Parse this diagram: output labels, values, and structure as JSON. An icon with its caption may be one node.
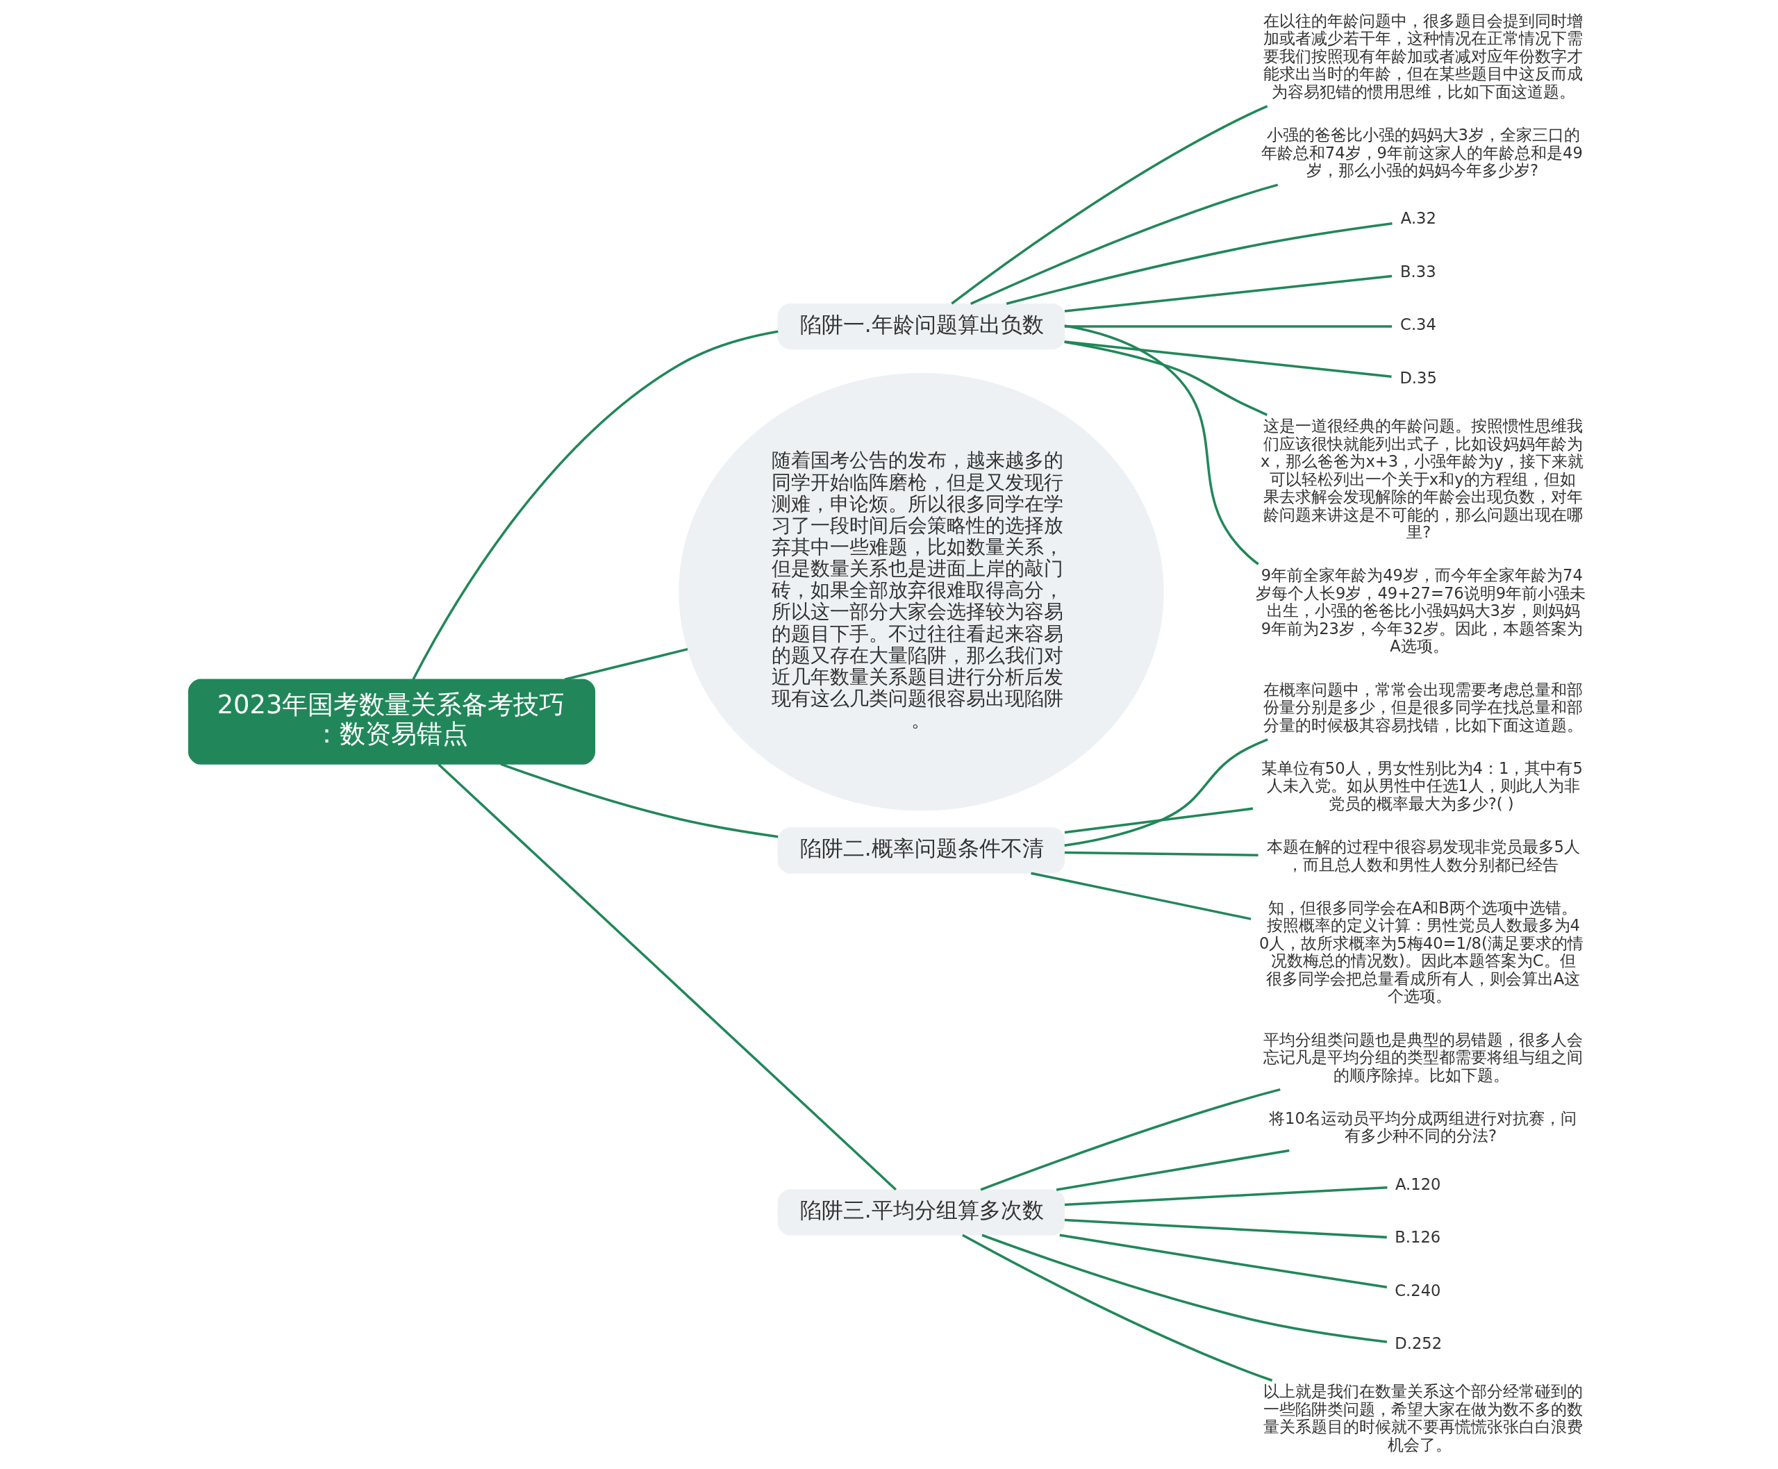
{
  "diagram": {
    "nodes": [
      {
        "text": [
          "2023年国考数量关系备考技巧：数资易错点"
        ]
      },
      {
        "text": [
          "陷阱一.年龄问题算出负数"
        ]
      },
      {
        "text": [
          "在以往的年龄问题中，很多题目会提到同时增加或者减少若干年，这种情况在正常情况下需要我们按照现有年龄加或者减对应年份数字才能求出当时的年龄，但在某些题目中这反而成为容易犯错的惯用思维，比如下面这道题。"
        ]
      },
      {
        "text": [
          "小强的爸爸比小强的妈妈大3岁，全家三口的年龄总和74岁，9年前这家人的年龄总和是49岁，那么小强的妈妈今年多少岁?"
        ]
      },
      {
        "text": [
          "A.32"
        ]
      },
      {
        "text": [
          "B.33"
        ]
      },
      {
        "text": [
          "C.34"
        ]
      },
      {
        "text": [
          "D.35"
        ]
      },
      {
        "text": [
          "这是一道很经典的年龄问题。按照惯性思维我们应该很快就能列出式子，比如设妈妈年龄为x，那么爸爸为x+3，小强年龄为y，接下来就可以轻松列出一个关于x和y的方程组，但如果去求解会发现解除的年龄会出现负数，对年龄问题来讲这是不可能的，那么问题出现在哪里?"
        ]
      },
      {
        "text": [
          "9年前全家年龄为49岁，而今年全家年龄为74岁每个人长9岁，49+27=76说明9年前小强未出生，小强的爸爸比小强妈妈大3岁，则妈妈9年前为23岁，今年32岁。因此，本题答案为A选项。"
        ]
      },
      {
        "text": [
          "随着国考公告的发布，越来越多的同学开始临阵磨枪，但是又发现行测难，申论烦。所以很多同学在学习了一段时间后会策略性的选择放弃其中一些难题，比如数量关系，但是数量关系也是进面上岸的敲门砖，如果全部放弃很难取得高分，所以这一部分大家会选择较为容易的题目下手。不过往往看起来容易的题又存在大量陷阱，那么我们对近几年数量关系题目进行分析后发现有这么几类问题很容易出现陷阱。"
        ]
      },
      {
        "text": [
          "陷阱二.概率问题条件不清"
        ]
      },
      {
        "text": [
          "在概率问题中，常常会出现需要考虑总量和部份量分别是多少，但是很多同学在找总量和部分量的时候极其容易找错，比如下面这道题。"
        ]
      },
      {
        "text": [
          "某单位有50人，男女性别比为4：1，其中有5人未入党。如从男性中任选1人，则此人为非党员的概率最大为多少?( )"
        ]
      },
      {
        "text": [
          "本题在解的过程中很容易发现非党员最多5人，而且总人数和男性人数分别都已经告"
        ]
      },
      {
        "text": [
          "知，但很多同学会在A和B两个选项中选错。按照概率的定义计算：男性党员人数最多为40人，故所求概率为5梅40=1/8(满足要求的情况数梅总的情况数)。因此本题答案为C。但很多同学会把总量看成所有人，则会算出A这个选项。"
        ]
      },
      {
        "text": [
          "陷阱三.平均分组算多次数"
        ]
      },
      {
        "text": [
          "平均分组类问题也是典型的易错题，很多人会忘记凡是平均分组的类型都需要将组与组之间的顺序除掉。比如下题。"
        ]
      },
      {
        "text": [
          "将10名运动员平均分成两组进行对抗赛，问有多少种不同的分法?"
        ]
      },
      {
        "text": [
          "A.120"
        ]
      },
      {
        "text": [
          "B.126"
        ]
      },
      {
        "text": [
          "C.240"
        ]
      },
      {
        "text": [
          "D.252"
        ]
      },
      {
        "text": [
          "以上就是我们在数量关系这个部分经常碰到的一些陷阱类问题，希望大家在做为数不多的数量关系题目的时候就不要再慌慌张张白白浪费机会了。"
        ]
      }
    ],
    "edges": [
      {
        "from": 0,
        "to": 1,
        "arrow": "none"
      },
      {
        "from": 1,
        "to": 2,
        "arrow": "none"
      },
      {
        "from": 1,
        "to": 3,
        "arrow": "none"
      },
      {
        "from": 1,
        "to": 4,
        "arrow": "none"
      },
      {
        "from": 1,
        "to": 5,
        "arrow": "none"
      },
      {
        "from": 1,
        "to": 6,
        "arrow": "none"
      },
      {
        "from": 1,
        "to": 7,
        "arrow": "none"
      },
      {
        "from": 1,
        "to": 8,
        "arrow": "none"
      },
      {
        "from": 1,
        "to": 9,
        "arrow": "none"
      },
      {
        "from": 0,
        "to": 10,
        "arrow": "none"
      },
      {
        "from": 0,
        "to": 11,
        "arrow": "none"
      },
      {
        "from": 11,
        "to": 12,
        "arrow": "none"
      },
      {
        "from": 11,
        "to": 13,
        "arrow": "none"
      },
      {
        "from": 11,
        "to": 14,
        "arrow": "none"
      },
      {
        "from": 11,
        "to": 15,
        "arrow": "none"
      },
      {
        "from": 0,
        "to": 16,
        "arrow": "none"
      },
      {
        "from": 16,
        "to": 17,
        "arrow": "none"
      },
      {
        "from": 16,
        "to": 18,
        "arrow": "none"
      },
      {
        "from": 16,
        "to": 19,
        "arrow": "none"
      },
      {
        "from": 16,
        "to": 20,
        "arrow": "none"
      },
      {
        "from": 16,
        "to": 21,
        "arrow": "none"
      },
      {
        "from": 16,
        "to": 22,
        "arrow": "none"
      },
      {
        "from": 16,
        "to": 23,
        "arrow": "none"
      }
    ]
  }
}
